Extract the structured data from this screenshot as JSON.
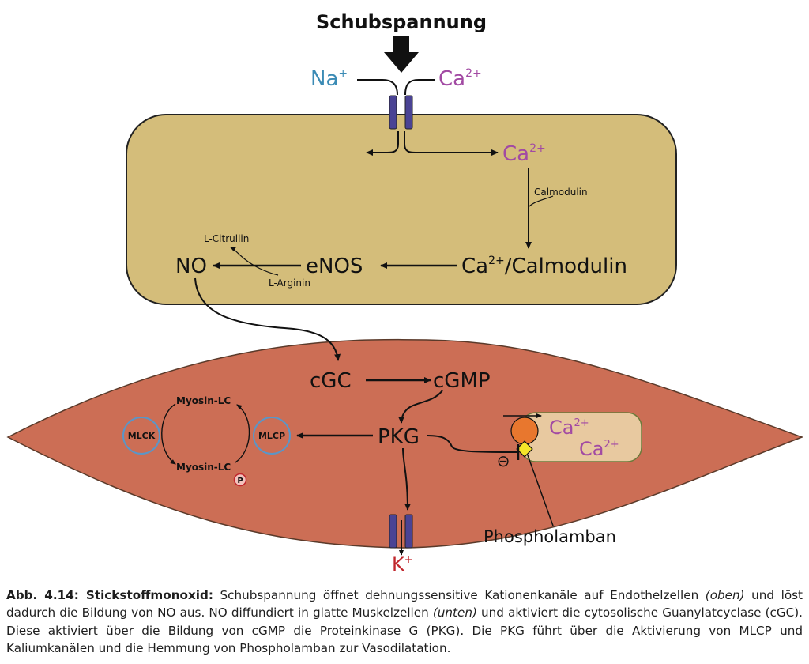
{
  "diagram": {
    "title": "Schubspannung",
    "ions": {
      "na": "Na",
      "na_sup": "+",
      "ca": "Ca",
      "ca_sup": "2+",
      "k": "K",
      "k_sup": "+"
    },
    "endothelium": {
      "ca_intracellular": "Ca",
      "ca_intracellular_sup": "2+",
      "calmodulin_label": "Calmodulin",
      "complex_prefix": "Ca",
      "complex_sup": "2+",
      "complex_suffix": "/Calmodulin",
      "enos": "eNOS",
      "no": "NO",
      "l_citrullin": "L-Citrullin",
      "l_arginin": "L-Arginin"
    },
    "smooth_muscle": {
      "cgc": "cGC",
      "cgmp": "cGMP",
      "pkg": "PKG",
      "mlck": "MLCK",
      "mlcp": "MLCP",
      "myosin_lc_top": "Myosin-LC",
      "myosin_lc_bottom": "Myosin-LC",
      "phospho_p": "P",
      "store_ca1": "Ca",
      "store_ca1_sup": "2+",
      "store_ca2": "Ca",
      "store_ca2_sup": "2+",
      "inhibition_symbol": "⊖",
      "phospholamban": "Phospholamban"
    },
    "colors": {
      "endothelial_cell": "#d4bd7a",
      "smooth_muscle_cell": "#cc6e55",
      "sr_store": "#e8c9a0",
      "channel": "#4a4394",
      "na_text": "#3b8bb5",
      "ca_text": "#a24aa3",
      "k_text": "#c1272d",
      "pump_orange": "#e8772e",
      "phospholamban_yellow": "#f5e629",
      "enzyme_circle": "#5a96c8"
    }
  },
  "caption": {
    "label": "Abb. 4.14: Stickstoffmonoxid:",
    "part1": " Schubspannung öffnet dehnungssensitive Kationenkanäle auf Endothelzellen ",
    "italic1": "(oben)",
    "part2": " und löst dadurch die Bildung von NO aus. NO diffundiert in glatte Muskelzellen ",
    "italic2": "(unten)",
    "part3": " und aktiviert die cytosolische Guanylatcyclase (cGC). Diese aktiviert über die Bildung von cGMP die Proteinkinase G (PKG). Die PKG führt über die Aktivierung von MLCP und Kaliumkanälen und die Hemmung von Phospholamban zur Vasodilatation."
  }
}
